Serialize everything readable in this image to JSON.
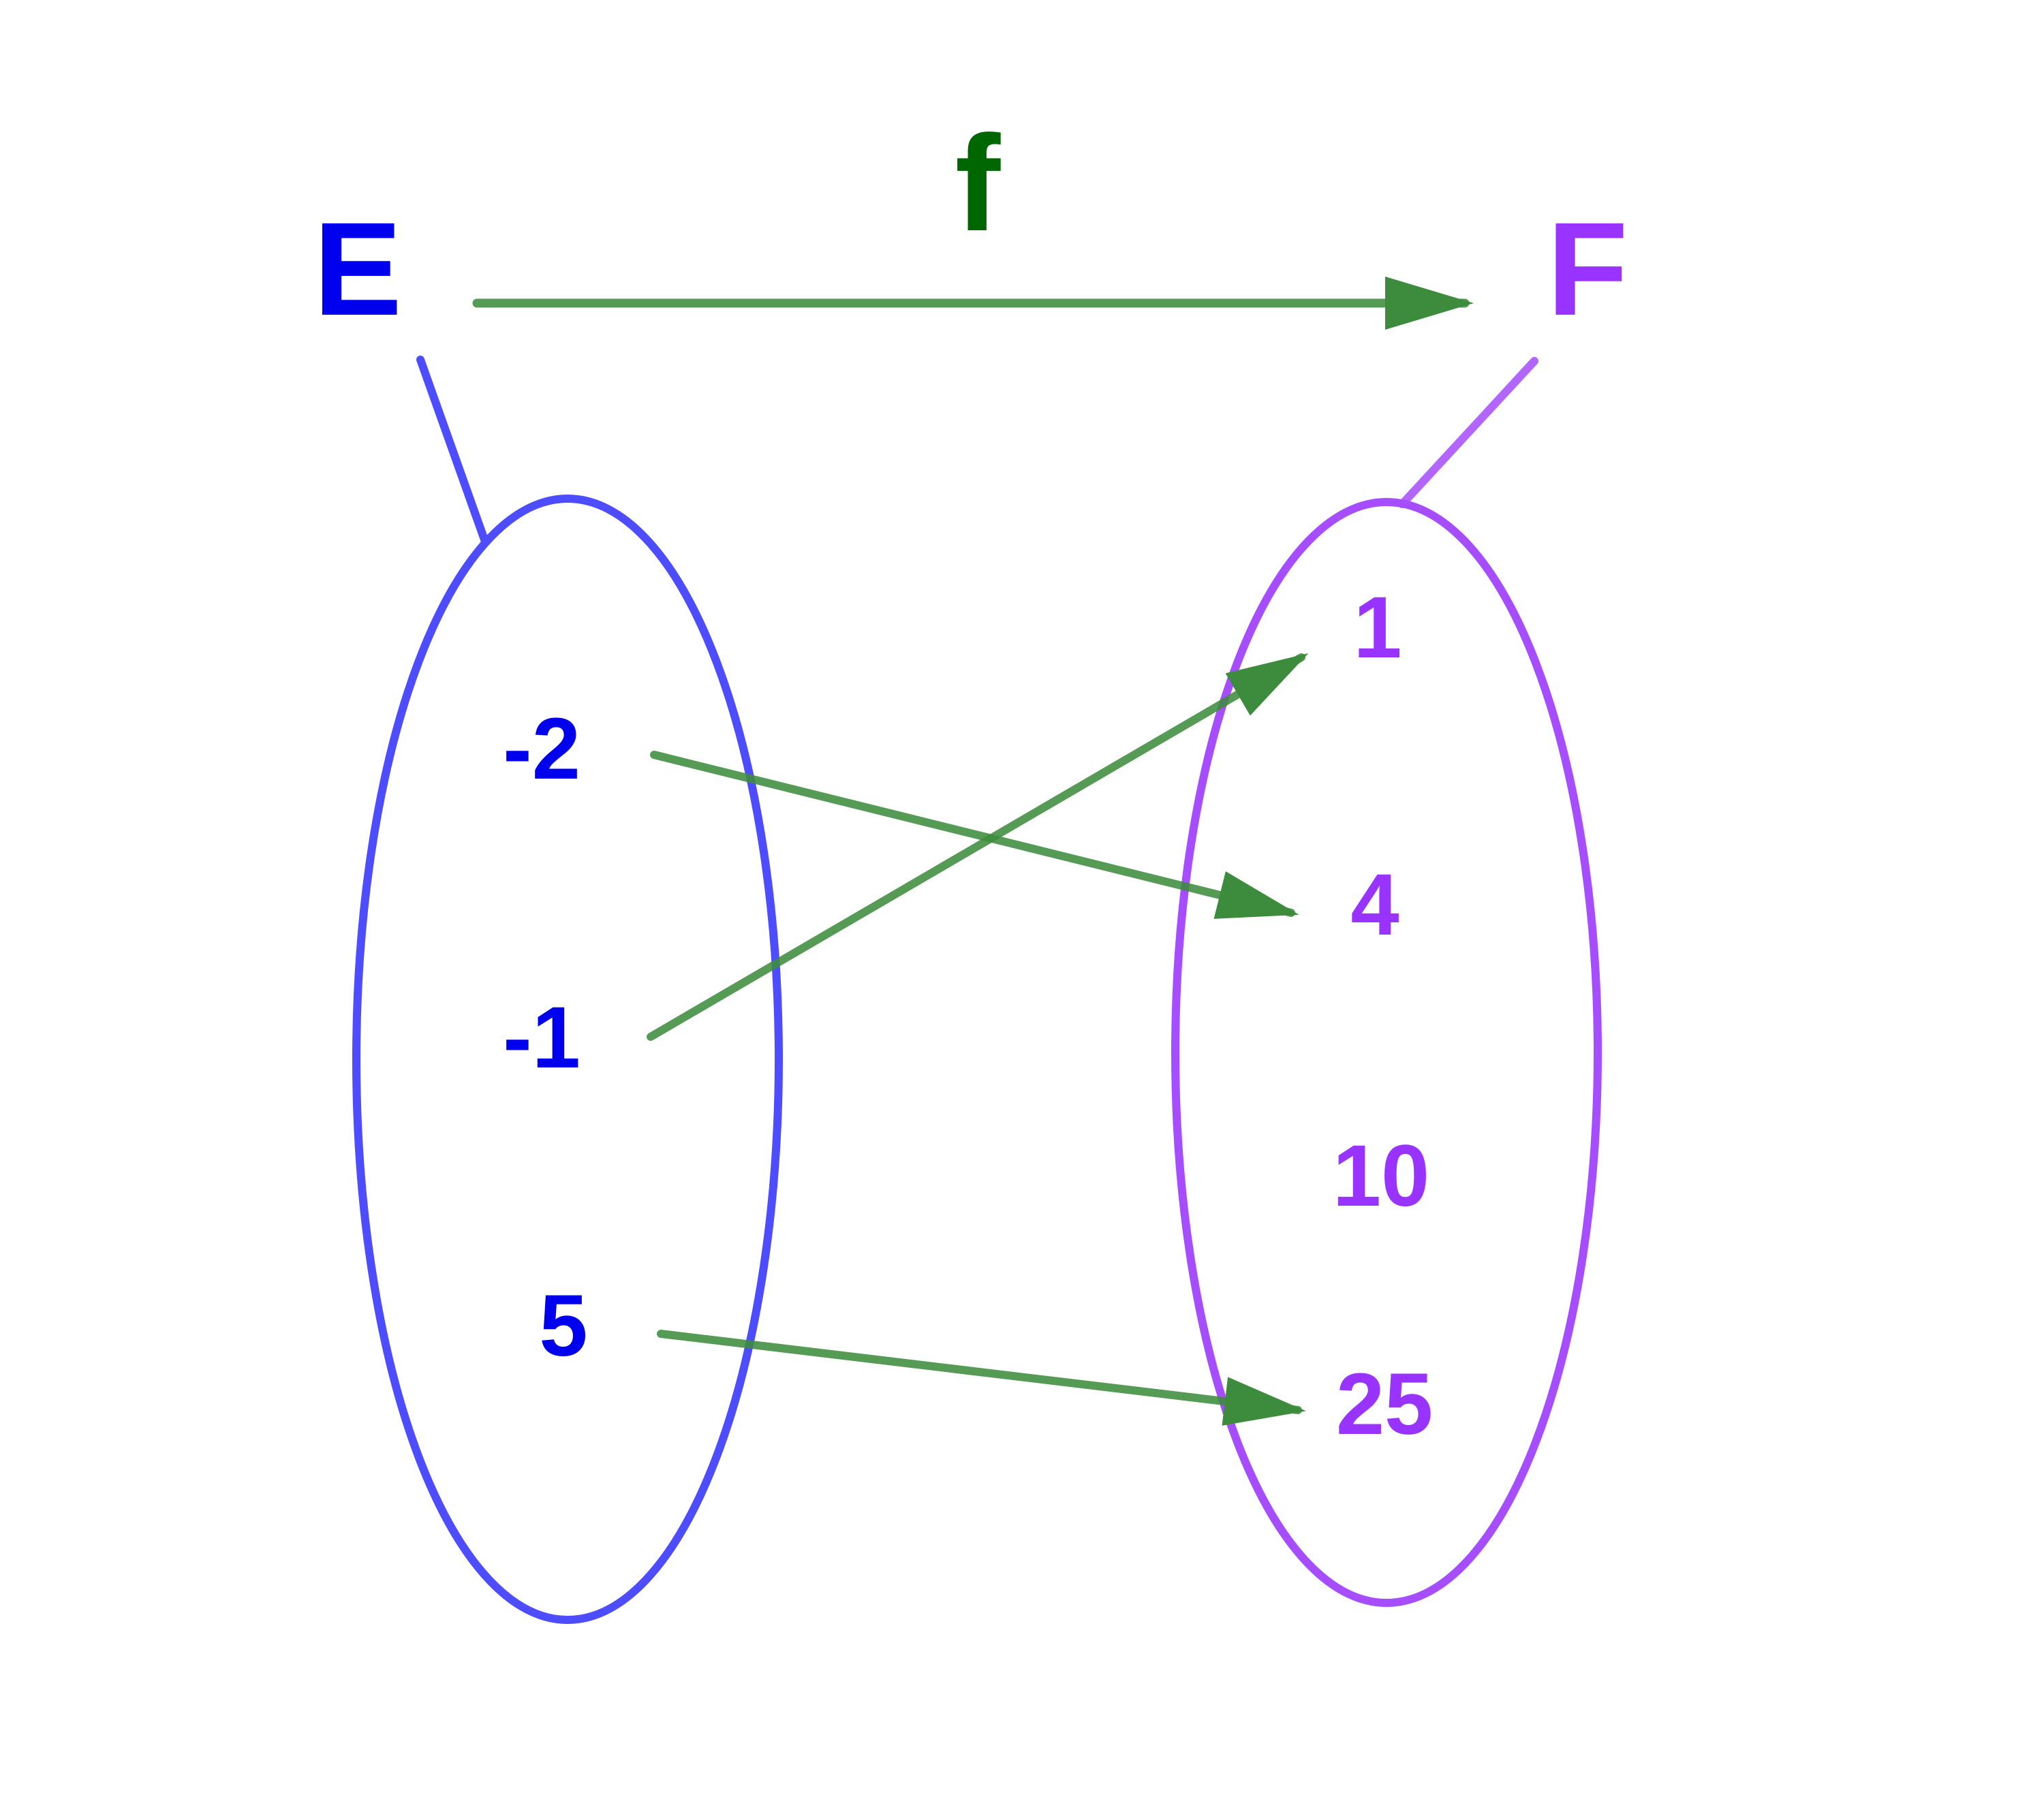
{
  "diagram": {
    "set_e": {
      "label": "E",
      "color": "#0000ee",
      "outline_color": "#4d4dff",
      "elements": [
        "-2",
        "-1",
        "5"
      ]
    },
    "set_f": {
      "label": "F",
      "color": "#9933ff",
      "outline_color": "#a64dff",
      "elements": [
        "1",
        "4",
        "10",
        "25"
      ]
    },
    "function": {
      "label": "f",
      "color": "#006600",
      "arrow_color": "#3d8c3d"
    },
    "mappings": [
      {
        "from": "-2",
        "to": "4"
      },
      {
        "from": "-1",
        "to": "1"
      },
      {
        "from": "5",
        "to": "25"
      }
    ]
  }
}
